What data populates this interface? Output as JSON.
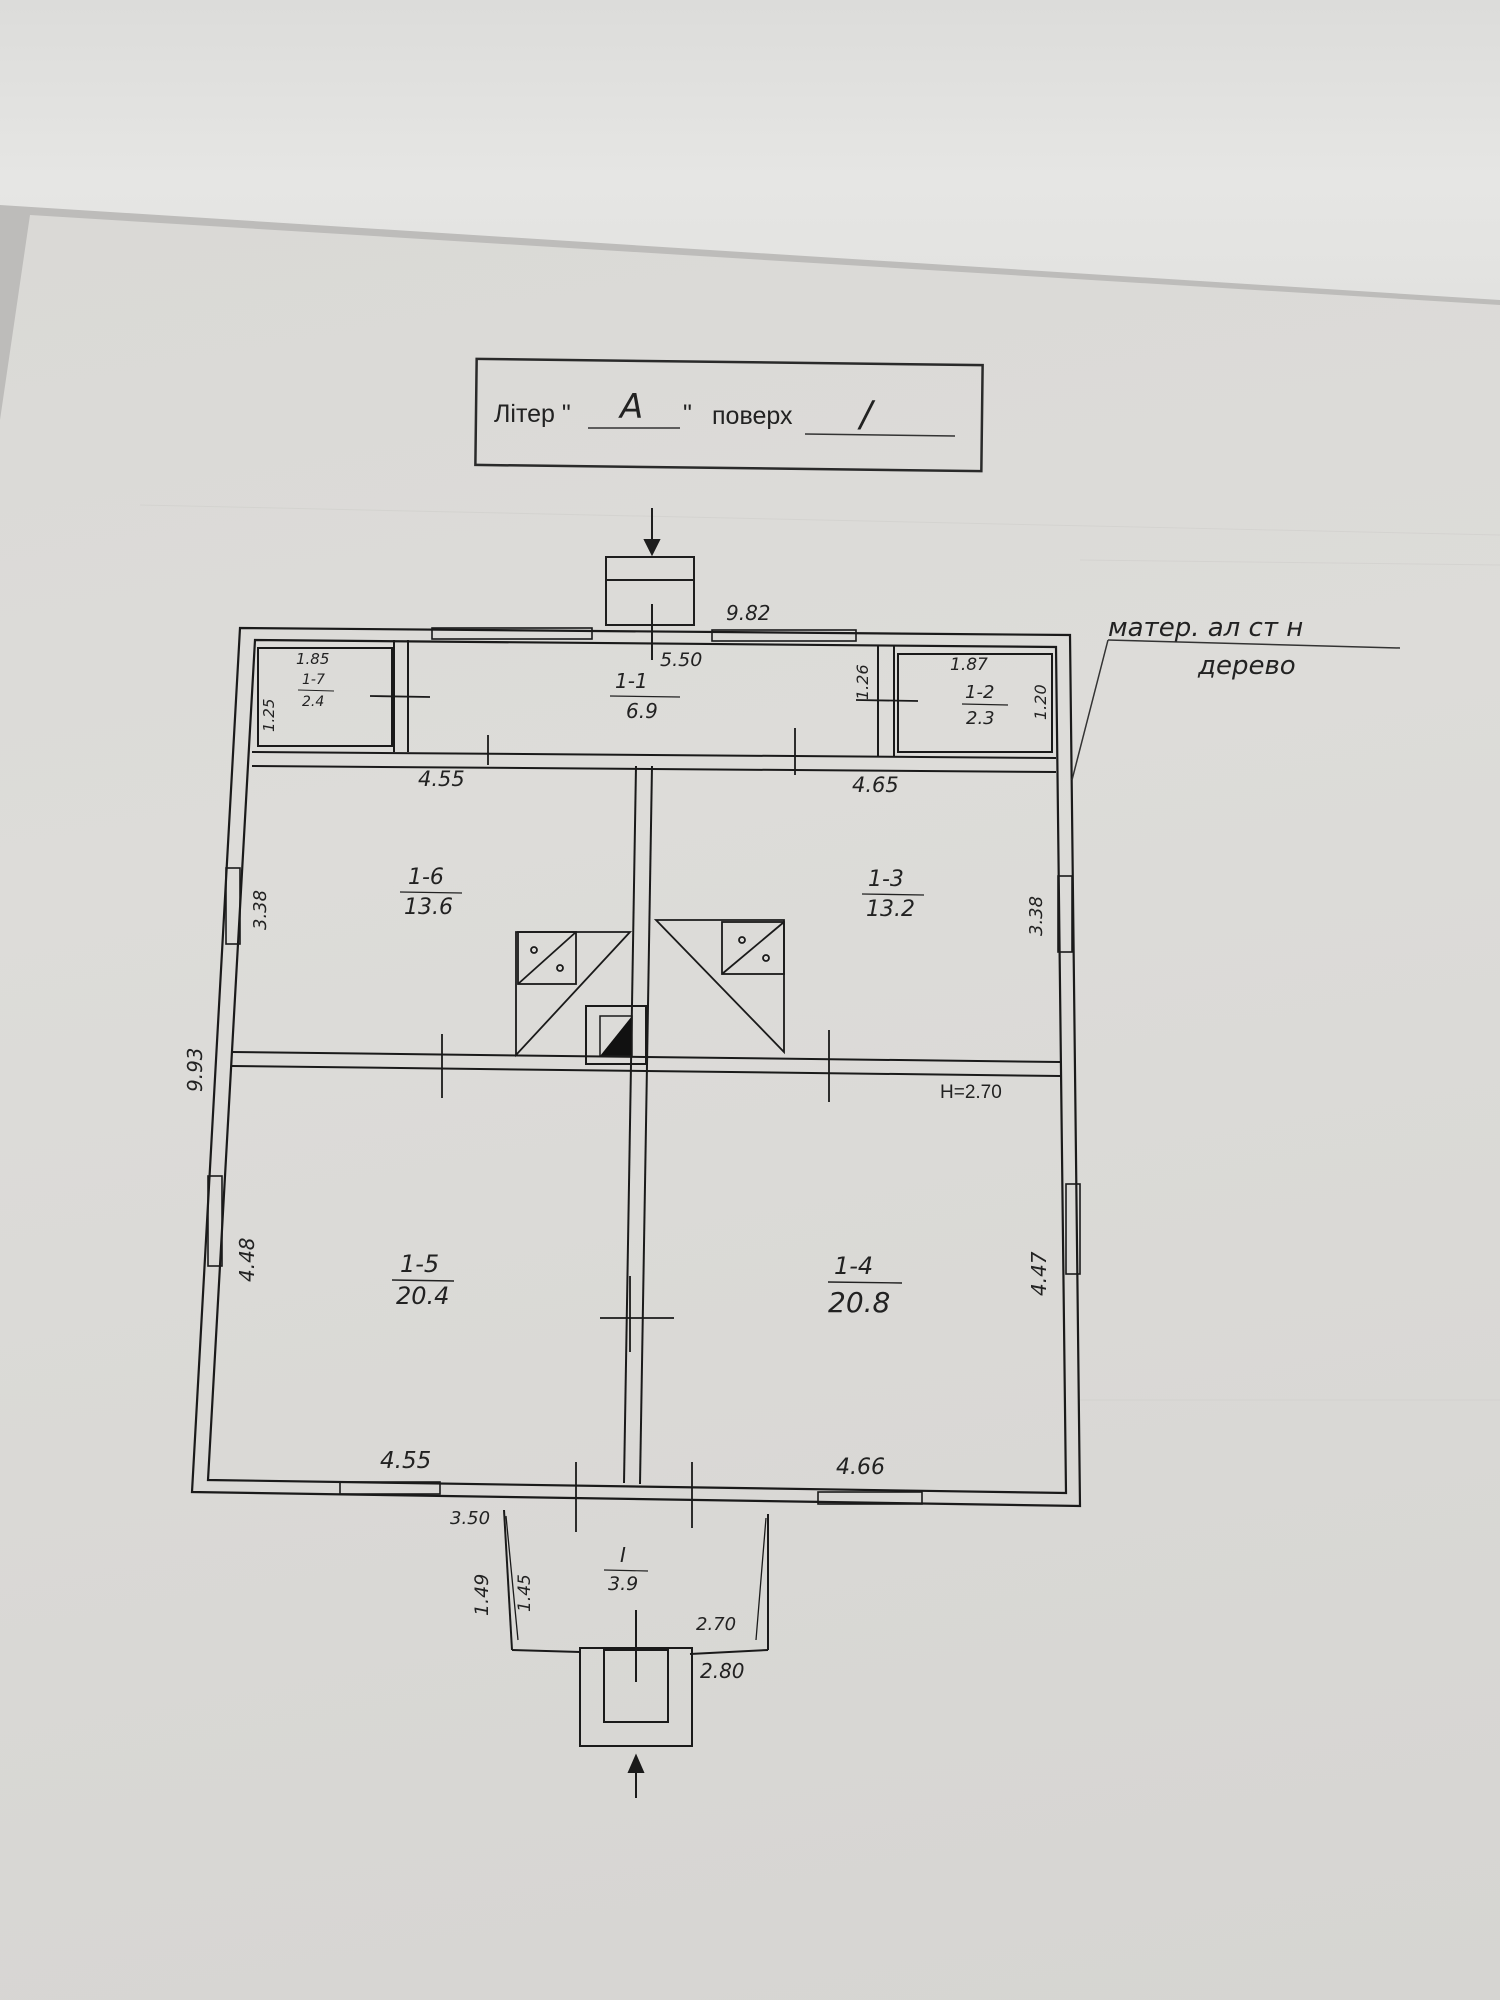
{
  "header": {
    "liter_label": "Літер \"",
    "liter_value": "A",
    "liter_close": "\"",
    "floor_label": "поверх",
    "floor_value": "/"
  },
  "overall": {
    "width_top": "9.82",
    "height_left": "9.93",
    "ceiling_height": "H=2.70"
  },
  "annotation": {
    "line1": "матер. ал ст н",
    "line2": "дерево"
  },
  "rooms": {
    "r1_1": {
      "number": "1-1",
      "area": "6.9",
      "dim_top": "5.50",
      "dim_side": "1.26"
    },
    "r1_2": {
      "number": "1-2",
      "area": "2.3",
      "dim_top": "1.87",
      "dim_side": "1.20"
    },
    "r1_7": {
      "number": "1-7",
      "area": "2.4",
      "dim_top": "1.85",
      "dim_side": "1.25"
    },
    "r1_6": {
      "number": "1-6",
      "area": "13.6",
      "dim_bottom": "4.55",
      "dim_side": "3.38"
    },
    "r1_3": {
      "number": "1-3",
      "area": "13.2",
      "dim_top": "4.65",
      "dim_side": "3.38"
    },
    "r1_5": {
      "number": "1-5",
      "area": "20.4",
      "dim_bottom": "4.55",
      "dim_side": "4.48"
    },
    "r1_4": {
      "number": "1-4",
      "area": "20.8",
      "dim_bottom": "4.66",
      "dim_side": "4.47"
    }
  },
  "porch": {
    "number": "I",
    "area": "3.9",
    "dim_width": "3.50",
    "dim_side_outer": "1.49",
    "dim_side_inner": "1.45",
    "dim_step_inner": "2.70",
    "dim_step_outer": "2.80"
  }
}
